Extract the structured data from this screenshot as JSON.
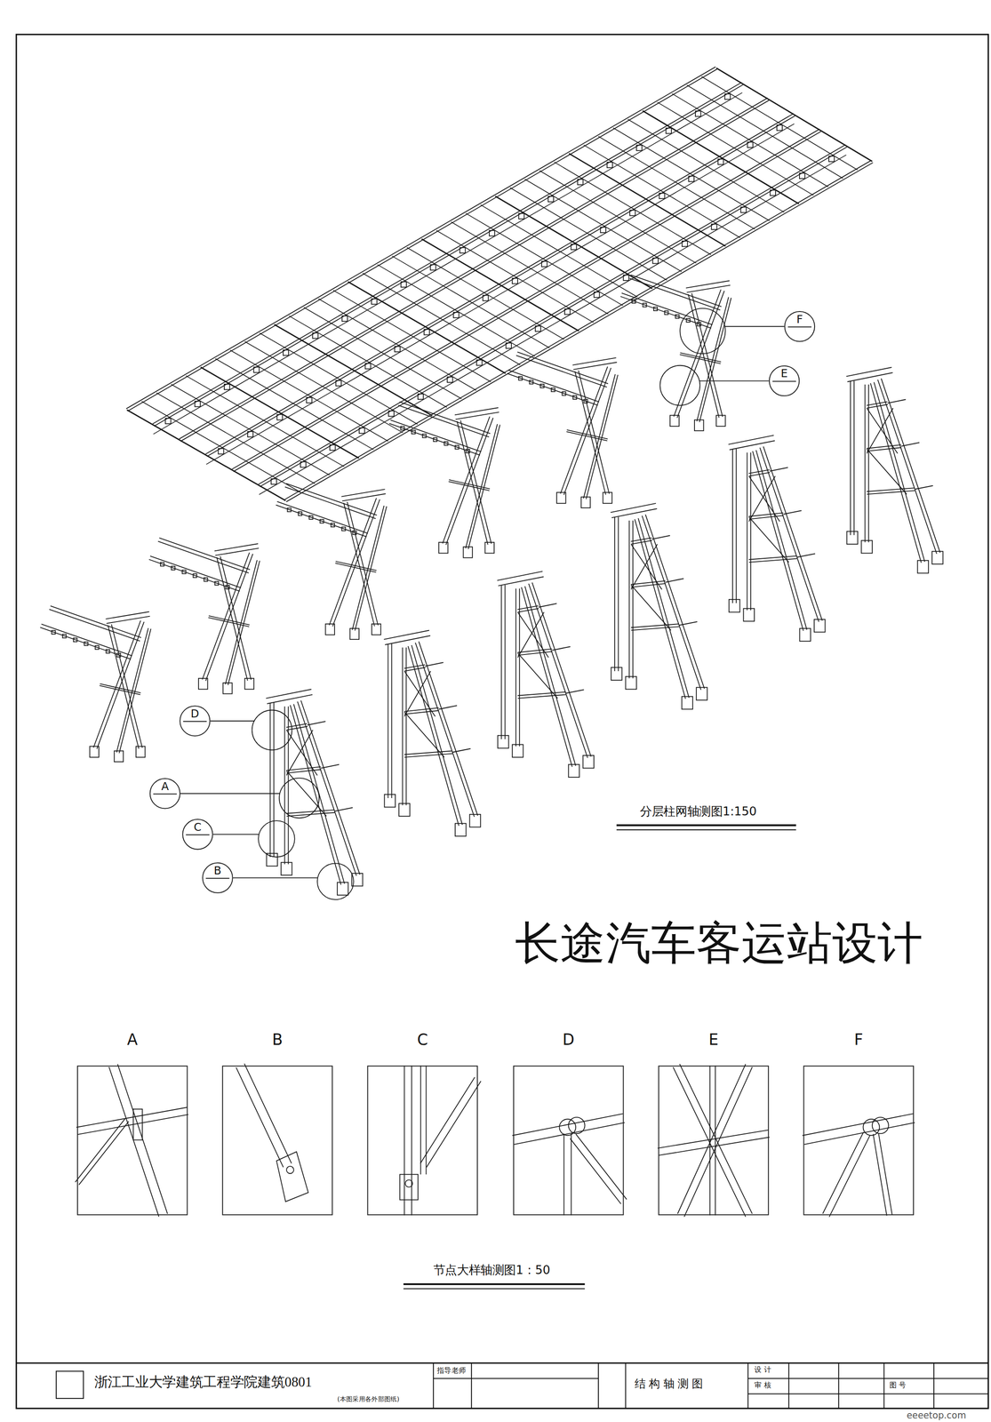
{
  "diagram": {
    "title": "长途汽车客运站设计",
    "nodes": [
      {
        "text": [
          "F"
        ]
      },
      {
        "text": [
          "E"
        ]
      },
      {
        "text": [
          "D"
        ]
      },
      {
        "text": [
          "A"
        ]
      },
      {
        "text": [
          "C"
        ]
      },
      {
        "text": [
          "B"
        ]
      },
      {
        "text": [
          "A"
        ]
      },
      {
        "text": [
          "B"
        ]
      },
      {
        "text": [
          "C"
        ]
      },
      {
        "text": [
          "D"
        ]
      },
      {
        "text": [
          "E"
        ]
      },
      {
        "text": [
          "F"
        ]
      }
    ],
    "labels": [
      "分层柱网轴测图1:150",
      "节点大样轴测图1：50",
      "浙江工业大学建筑工程学院建筑0801",
      "(本图采用各外部图纸)",
      "指导老师",
      "结 构 轴 测 图",
      "设 计",
      "审 核",
      "图 号",
      "eeeetop.com"
    ]
  }
}
